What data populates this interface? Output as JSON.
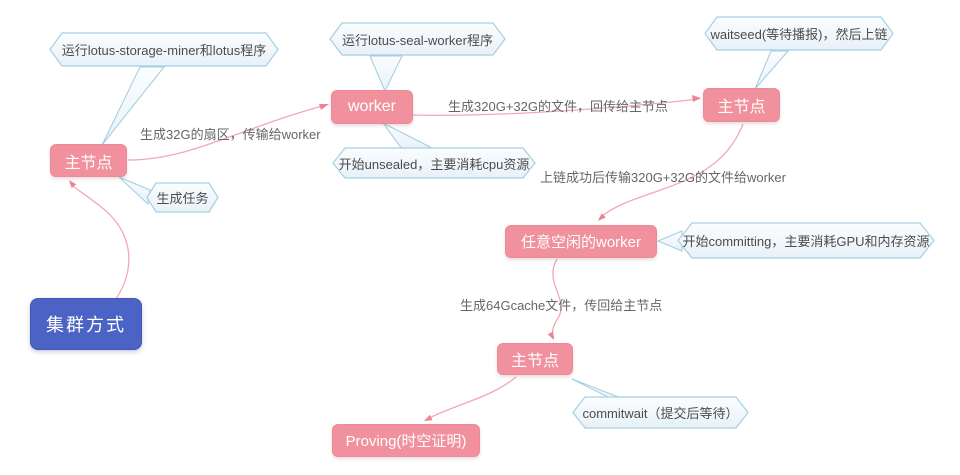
{
  "diagram": {
    "root": {
      "label": "集群方式"
    },
    "nodes": [
      {
        "id": "master-left",
        "label": "主节点"
      },
      {
        "id": "worker",
        "label": "worker"
      },
      {
        "id": "master-top-right",
        "label": "主节点"
      },
      {
        "id": "idle-worker",
        "label": "任意空闲的worker"
      },
      {
        "id": "master-bottom",
        "label": "主节点"
      },
      {
        "id": "proving",
        "label": "Proving(时空证明)"
      }
    ],
    "callouts": [
      {
        "id": "run-miner",
        "label": "运行lotus-storage-miner和lotus程序",
        "attached_to": "master-left"
      },
      {
        "id": "create-task",
        "label": "生成任务",
        "attached_to": "master-left"
      },
      {
        "id": "run-seal-worker",
        "label": "运行lotus-seal-worker程序",
        "attached_to": "worker"
      },
      {
        "id": "start-unsealed",
        "label": "开始unsealed，主要消耗cpu资源",
        "attached_to": "worker"
      },
      {
        "id": "waitseed",
        "label": "waitseed(等待播报)，然后上链",
        "attached_to": "master-top-right"
      },
      {
        "id": "start-committing",
        "label": "开始committing，主要消耗GPU和内存资源",
        "attached_to": "idle-worker"
      },
      {
        "id": "commitwait",
        "label": "commitwait（提交后等待）",
        "attached_to": "master-bottom"
      }
    ],
    "edges": [
      {
        "from": "root",
        "to": "master-left",
        "label": ""
      },
      {
        "from": "master-left",
        "to": "worker",
        "label": "生成32G的扇区，传输给worker"
      },
      {
        "from": "worker",
        "to": "master-top-right",
        "label": "生成320G+32G的文件，回传给主节点"
      },
      {
        "from": "master-top-right",
        "to": "idle-worker",
        "label": "上链成功后传输320G+32G的文件给worker"
      },
      {
        "from": "idle-worker",
        "to": "master-bottom",
        "label": "生成64Gcache文件，传回给主节点"
      },
      {
        "from": "master-bottom",
        "to": "proving",
        "label": ""
      }
    ],
    "colors": {
      "node_fill": "#f0919d",
      "node_text": "#ffffff",
      "root_fill": "#4a63c5",
      "callout_fill": "#f0f6fa",
      "callout_border": "#a6cfe3",
      "edge_line": "#f2a9b3",
      "edge_arrow": "#ec8492",
      "edge_label_text": "#666666",
      "callout_text": "#4c4c4c"
    }
  }
}
